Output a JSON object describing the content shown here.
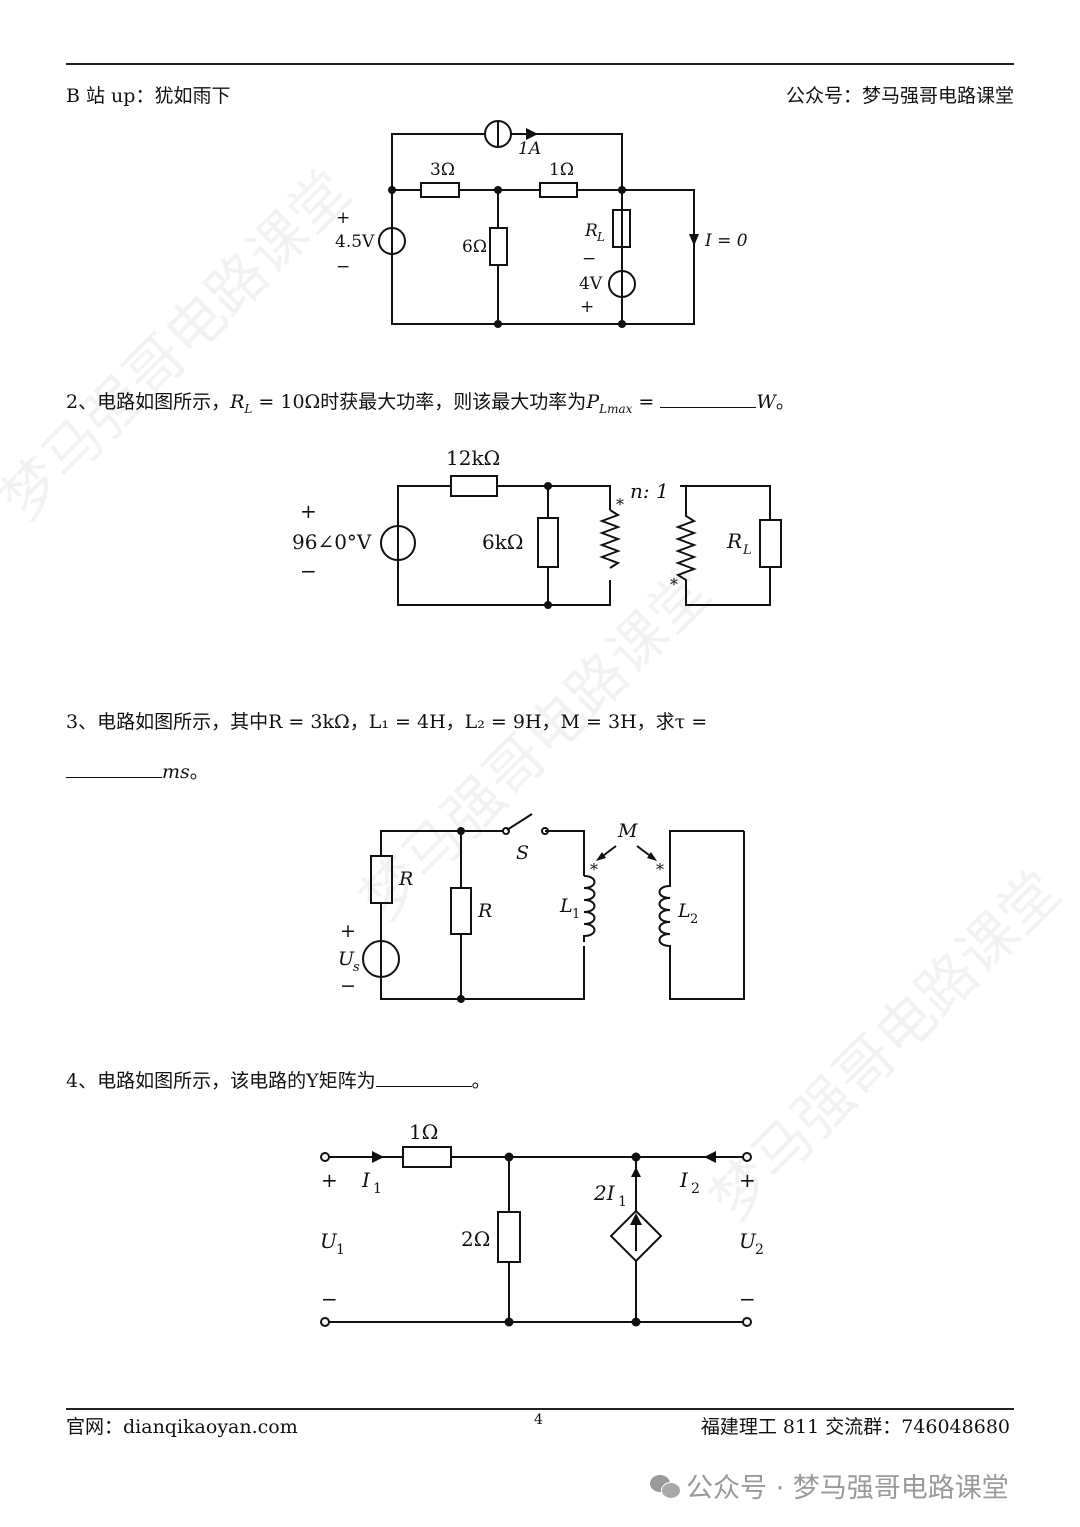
{
  "header": {
    "left": "B 站 up：犹如雨下",
    "right": "公众号：梦马强哥电路课堂"
  },
  "circuit1": {
    "current_source": "1A",
    "r1": "3Ω",
    "r2": "1Ω",
    "r3": "6Ω",
    "rl": "R",
    "rl_sub": "L",
    "vs1": "4.5V",
    "vs2": "4V",
    "current": "I = 0",
    "plus": "+",
    "minus": "−"
  },
  "q2": {
    "prefix": "2、电路如图所示，",
    "cond": "R",
    "cond_sub": "L",
    "cond_rest": " = 10Ω时获最大功率，则该最大功率为",
    "p": "P",
    "p_sub": "Lmax",
    "eq": " = ",
    "unit": "W",
    "end": "。"
  },
  "circuit2": {
    "r1": "12kΩ",
    "r2": "6kΩ",
    "source": "96∠0°V",
    "ratio": "n: 1",
    "rl": "R",
    "rl_sub": "L",
    "dot": "*"
  },
  "q3": {
    "line1": "3、电路如图所示，其中R = 3kΩ，L₁ = 4H，L₂ = 9H，M = 3H，求τ =",
    "unit": "ms",
    "end": "。"
  },
  "circuit3": {
    "r": "R",
    "switch": "S",
    "m": "M",
    "l1": "L",
    "l1_sub": "1",
    "l2": "L",
    "l2_sub": "2",
    "us": "U",
    "us_sub": "s"
  },
  "q4": {
    "text": "4、电路如图所示，该电路的Y矩阵为",
    "end": "。"
  },
  "circuit4": {
    "r1": "1Ω",
    "r2": "2Ω",
    "dep": "2I",
    "dep_sub": "1",
    "i1": "I",
    "i1_sub": "1",
    "i2": "I",
    "i2_sub": "2",
    "u1": "U",
    "u1_sub": "1",
    "u2": "U",
    "u2_sub": "2"
  },
  "footer": {
    "left": "官网：dianqikaoyan.com",
    "page": "4",
    "right": "福建理工 811 交流群：746048680"
  },
  "watermark": {
    "wechat": "公众号 · 梦马强哥电路课堂",
    "diag": "梦马强哥电路课堂"
  }
}
